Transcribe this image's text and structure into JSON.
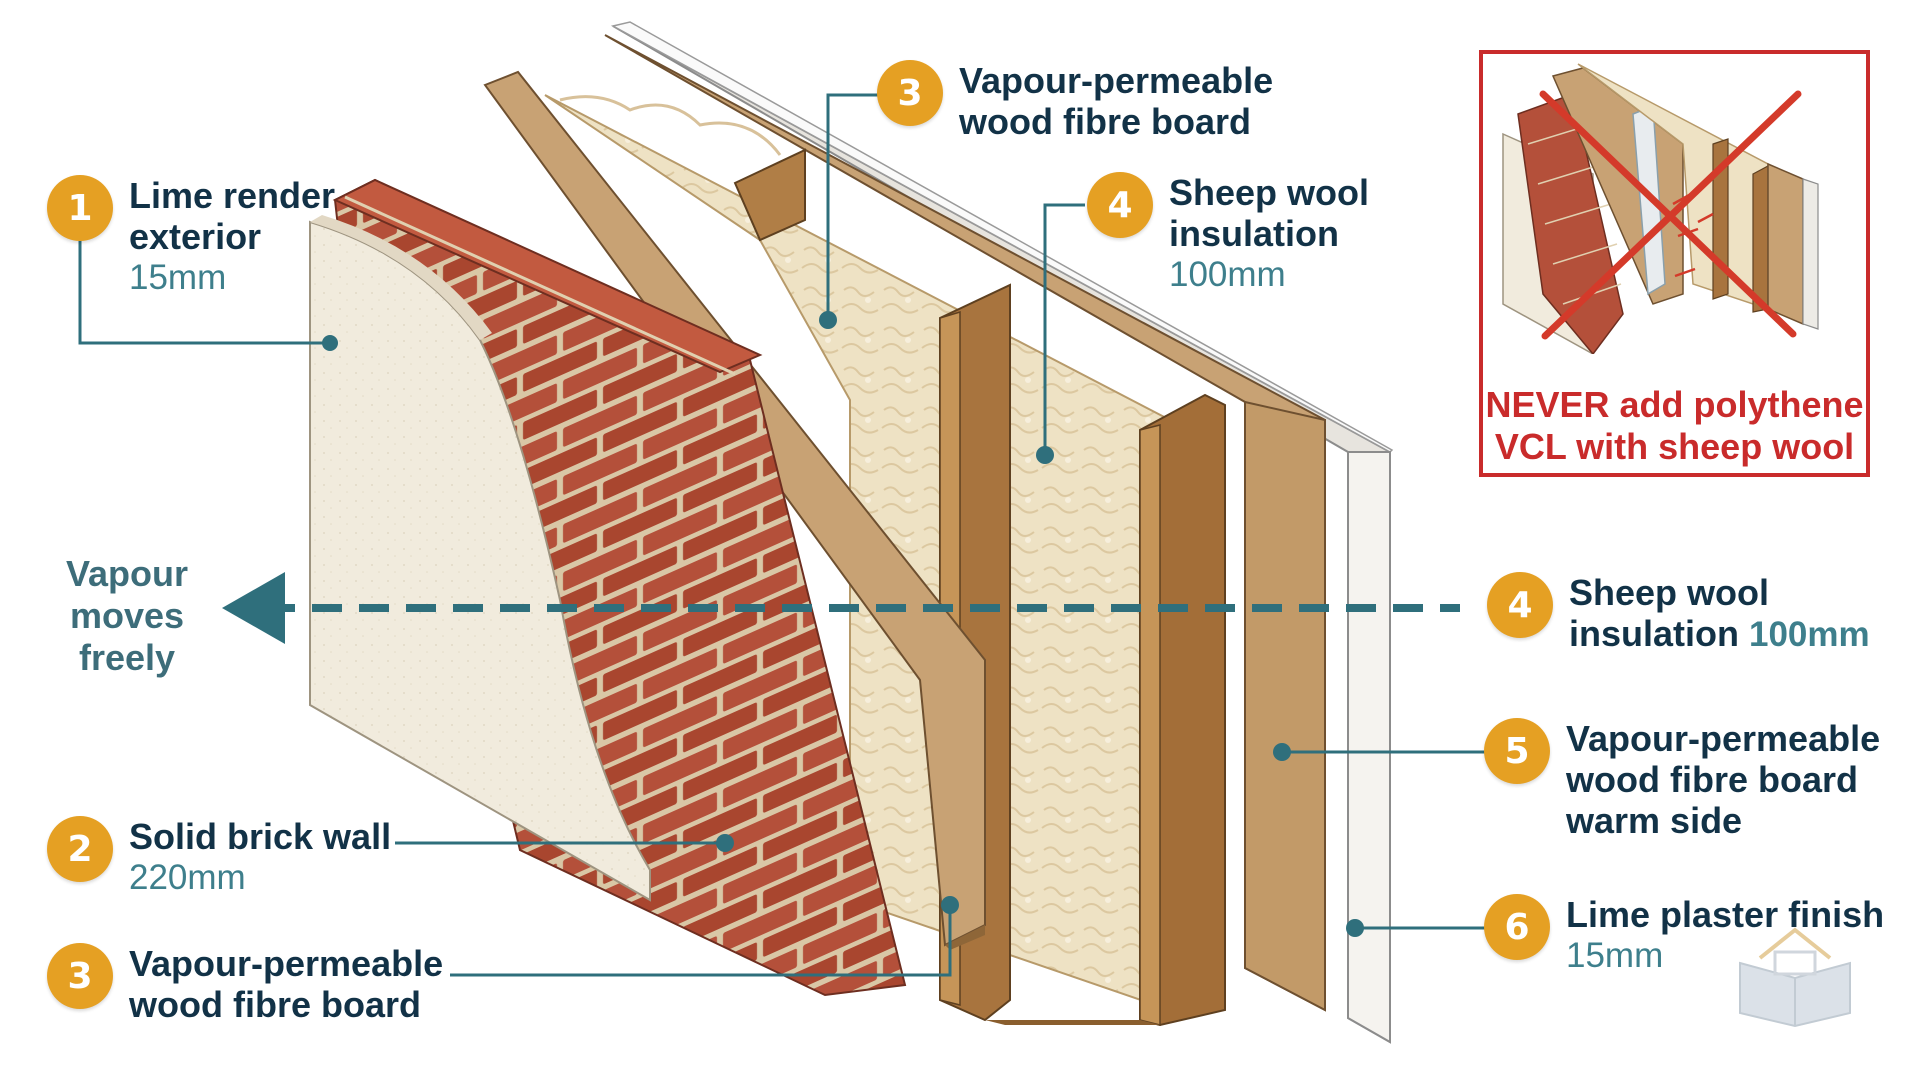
{
  "colors": {
    "accent_badge": "#E5A023",
    "label_title": "#123247",
    "label_size": "#3E7F8C",
    "leader_line": "#2F6F7C",
    "warning_red": "#C92B2B",
    "brick": "#B4503A",
    "wood_fibre_board": "#C8A274",
    "sheep_wool": "#EEE2C4",
    "timber_stud": "#A8743E",
    "render": "#F1EBDD"
  },
  "callouts": {
    "lime_render": {
      "number": "1",
      "title_1": "Lime render",
      "title_2": "exterior",
      "size": "15mm"
    },
    "brick_wall": {
      "number": "2",
      "title": "Solid brick wall",
      "size": "220mm"
    },
    "fibre_board_outer": {
      "number": "3",
      "title_1": "Vapour-permeable",
      "title_2": "wood fibre board"
    },
    "fibre_board_top": {
      "number": "3",
      "title_1": "Vapour-permeable",
      "title_2": "wood fibre board"
    },
    "wool_top": {
      "number": "4",
      "title_1": "Sheep wool",
      "title_2": "insulation",
      "size": "100mm"
    },
    "wool_right": {
      "number": "4",
      "title_1": "Sheep wool",
      "title_2": "insulation",
      "size": "100mm"
    },
    "fibre_board_warm": {
      "number": "5",
      "title_1": "Vapour-permeable",
      "title_2": "wood fibre board",
      "title_3": "warm side"
    },
    "lime_plaster": {
      "number": "6",
      "title": "Lime plaster finish",
      "size": "15mm"
    }
  },
  "vapour": {
    "line_1": "Vapour",
    "line_2": "moves",
    "line_3": "freely",
    "arrow_icon": "arrow-left-icon"
  },
  "warning": {
    "line_1": "NEVER add polythene",
    "line_2": "VCL with sheep wool",
    "icon": "cross-icon"
  },
  "watermark_icon": "house-book-icon"
}
